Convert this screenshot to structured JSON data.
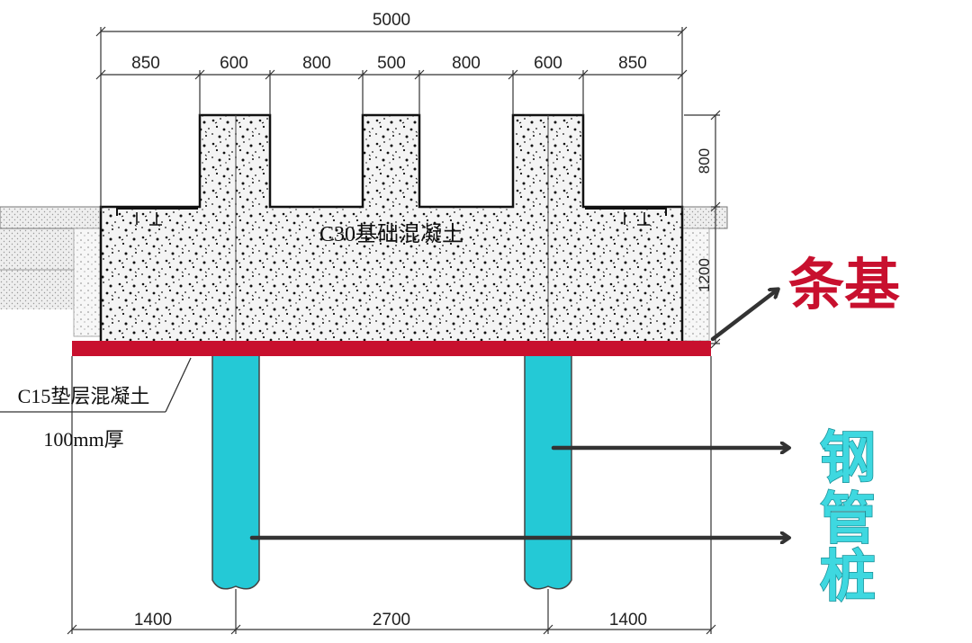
{
  "drawing": {
    "overall_width_label": "5000",
    "top_dimensions": [
      "850",
      "600",
      "800",
      "500",
      "800",
      "600",
      "850"
    ],
    "right_dimensions": [
      "800",
      "1200"
    ],
    "bottom_dimensions": [
      "1400",
      "2700",
      "1400"
    ],
    "foundation_label": "C30基础混凝土",
    "bedding_label_line1": "C15垫层混凝土",
    "bedding_label_line2": "100mm厚",
    "callout_strip_foundation": "条基",
    "callout_steel_pipe_pile": [
      "钢",
      "管",
      "桩"
    ]
  },
  "colors": {
    "bedding_red": "#c8102e",
    "strip_foundation_text": "#c8102e",
    "pile_cyan": "#24c9d6",
    "pile_text": "#3ed8e0",
    "arrow": "#333333"
  }
}
